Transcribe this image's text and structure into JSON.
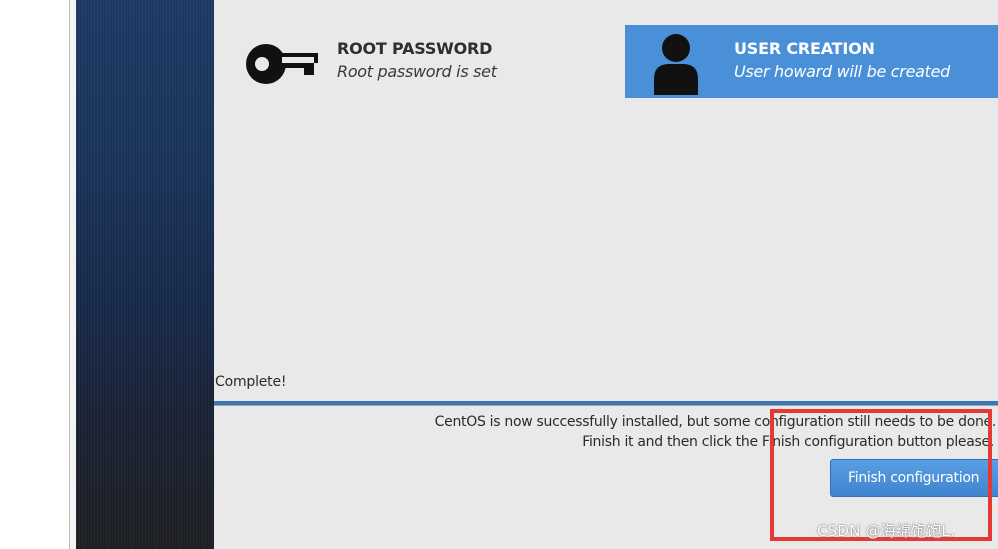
{
  "spokes": {
    "root_password": {
      "title": "ROOT PASSWORD",
      "status": "Root password is set",
      "icon": "key-icon"
    },
    "user_creation": {
      "title": "USER CREATION",
      "status": "User howard will be created",
      "icon": "user-icon",
      "selected": true
    }
  },
  "progress": {
    "label": "Complete!",
    "fraction": 1.0
  },
  "message": {
    "line1": "CentOS is now successfully installed, but some configuration still needs to be done.",
    "line2": "Finish it and then click the Finish configuration button please."
  },
  "finish_button": {
    "label": "Finish configuration"
  },
  "watermark": "CSDN @海绵饱饱L.",
  "colors": {
    "sidebar_top": "#1d3a63",
    "sidebar_bottom": "#1e1f23",
    "main_bg": "#e9e9e9",
    "selected_spoke": "#4a90d9",
    "progress_fill": "#3b76b8",
    "button": "#4a90d9",
    "highlight_box": "#e53935"
  }
}
